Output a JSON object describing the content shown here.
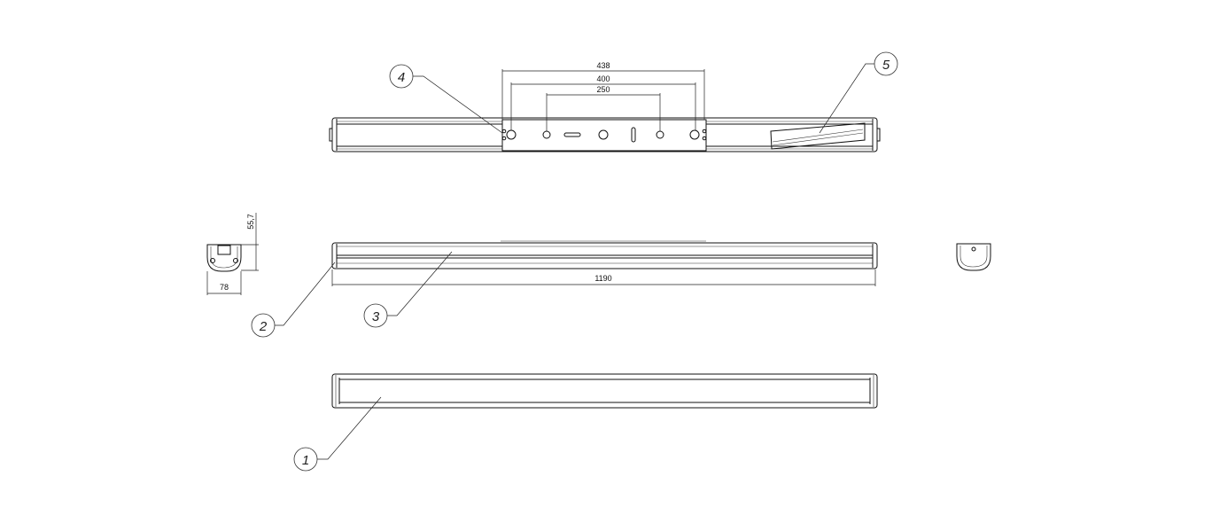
{
  "drawing": {
    "dimensions": {
      "mount_outer": "438",
      "mount_mid": "400",
      "mount_inner": "250",
      "length": "1190",
      "height": "55,7",
      "width": "78"
    },
    "balloons": [
      "1",
      "2",
      "3",
      "4",
      "5"
    ],
    "line_color": "#111111"
  }
}
